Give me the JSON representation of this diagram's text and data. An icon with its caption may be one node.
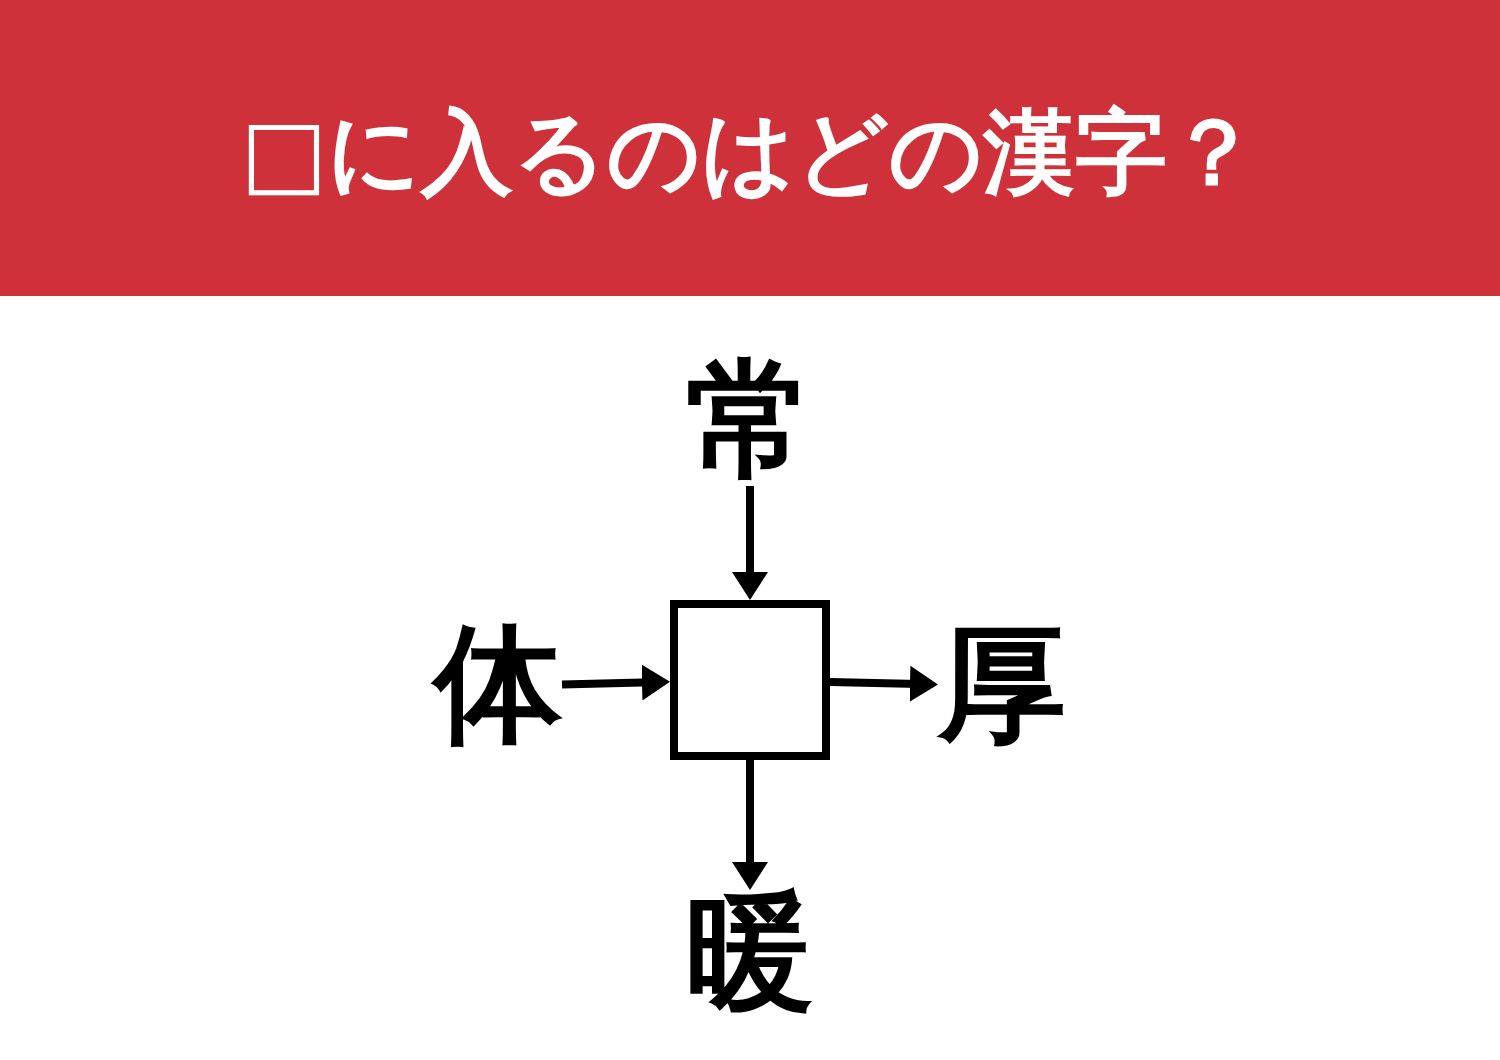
{
  "diagram": {
    "title": "□に入るのはどの漢字？",
    "nodes": [
      {
        "text": [
          "常"
        ]
      },
      {
        "text": [
          "体"
        ]
      },
      {
        "text": [],
        "shape": "box"
      },
      {
        "text": [
          "厚"
        ]
      },
      {
        "text": [
          "暖"
        ]
      }
    ],
    "edges": [
      {
        "from": 0,
        "to": 2,
        "arrow": "to"
      },
      {
        "from": 1,
        "to": 2,
        "arrow": "to"
      },
      {
        "from": 2,
        "to": 3,
        "arrow": "to"
      },
      {
        "from": 2,
        "to": 4,
        "arrow": "to"
      }
    ]
  }
}
